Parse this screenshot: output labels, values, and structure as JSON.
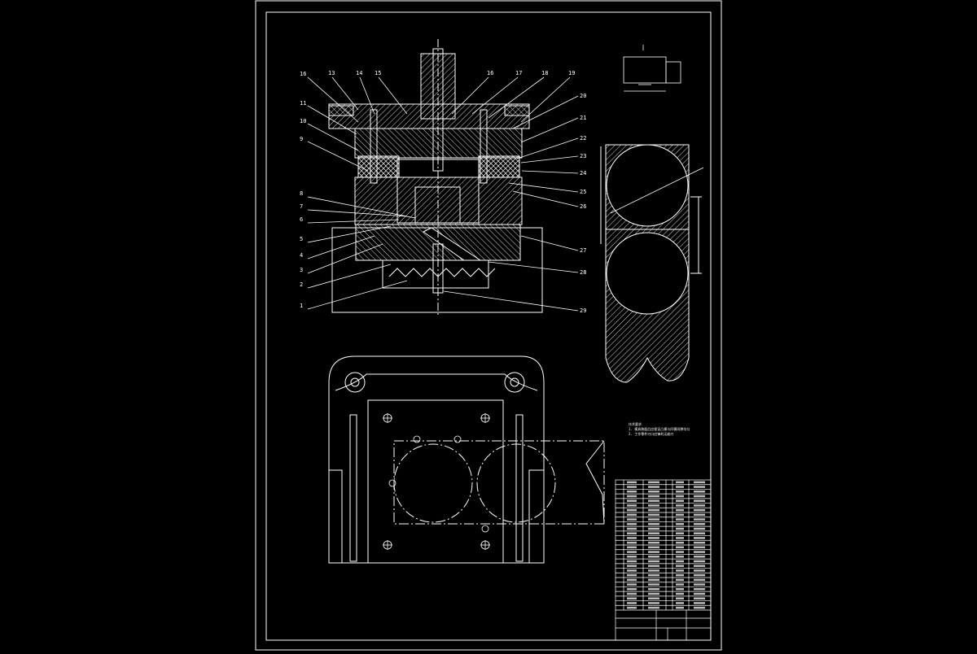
{
  "viewer": {
    "background": "#000000",
    "line_color": "#ffffff",
    "hatch_color": "#cfcfcf"
  },
  "drawing": {
    "callouts_left": [
      "16",
      "11",
      "10",
      "9",
      "8",
      "7",
      "6",
      "5",
      "4",
      "3",
      "2",
      "1"
    ],
    "callouts_top": [
      "13",
      "14",
      "15",
      "16",
      "17",
      "18",
      "19"
    ],
    "callouts_right": [
      "20",
      "21",
      "22",
      "23",
      "24",
      "25",
      "26",
      "27",
      "28",
      "29"
    ],
    "note_title": "技术要求",
    "note_lines": [
      "1. 模具装配后应保证凸模与凹模间隙均匀",
      "2. 工作零件刃口应锋利无崩刃"
    ]
  },
  "title_block": {
    "rows": 28
  }
}
